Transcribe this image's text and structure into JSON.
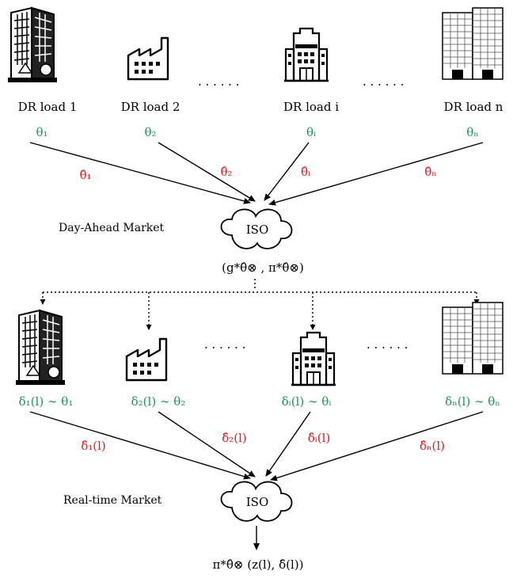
{
  "loads": [
    {
      "label": "DR load 1",
      "theta": "θ₁",
      "theta_hat": "θ̂₁",
      "delta": "δ₁(l) ∼ θ₁",
      "delta_hat": "δ̂₁(l)"
    },
    {
      "label": "DR load 2",
      "theta": "θ₂",
      "theta_hat": "θ̂₂",
      "delta": "δ₂(l) ∼ θ₂",
      "delta_hat": "δ̂₂(l)"
    },
    {
      "label": "DR load i",
      "theta": "θᵢ",
      "theta_hat": "θ̂ᵢ",
      "delta": "δᵢ(l) ∼ θᵢ",
      "delta_hat": "δ̂ᵢ(l)"
    },
    {
      "label": "DR load n",
      "theta": "θₙ",
      "theta_hat": "θ̂ₙ",
      "delta": "δₙ(l) ∼ θₙ",
      "delta_hat": "δ̂ₙ(l)"
    }
  ],
  "ellipsis": "· · · · · ·",
  "day_ahead": {
    "label": "Day-Ahead Market",
    "iso": "ISO",
    "output": "(g*θ̂⊗ , π*θ̂⊗)"
  },
  "real_time": {
    "label": "Real-time Market",
    "iso": "ISO",
    "output": "π*θ̂⊗ (z(l), δ̂(l))"
  },
  "colors": {
    "private": "#1a9850",
    "reported": "#e41a1c"
  }
}
